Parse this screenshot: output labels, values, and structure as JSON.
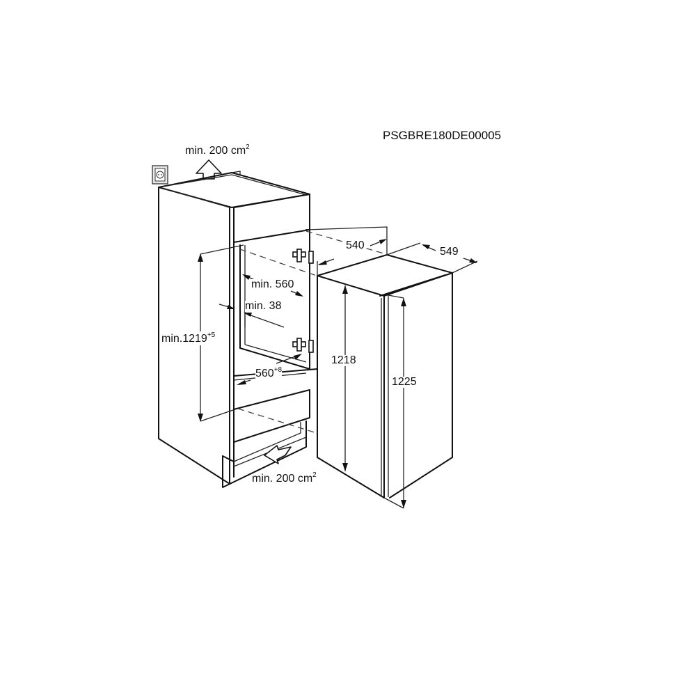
{
  "diagram": {
    "code": "PSGBRE180DE00005",
    "type": "built-in refrigerator installation dimensions",
    "units": "mm",
    "labels": {
      "vent_top": "min. 200 cm",
      "vent_top_sup": "2",
      "vent_bottom": "min. 200 cm",
      "vent_bottom_sup": "2",
      "niche_height": "min.1219",
      "niche_height_sup": "+5",
      "niche_width_depth": "min. 560",
      "side_clearance": "min. 38",
      "niche_width": "560",
      "niche_width_sup": "+8",
      "appliance_width": "540",
      "appliance_depth": "549",
      "appliance_body_height": "1218",
      "appliance_total_height": "1225"
    },
    "icons": [
      "power-socket-icon",
      "airflow-up-arrow-icon",
      "airflow-in-arrow-icon",
      "hinge-icon"
    ]
  }
}
